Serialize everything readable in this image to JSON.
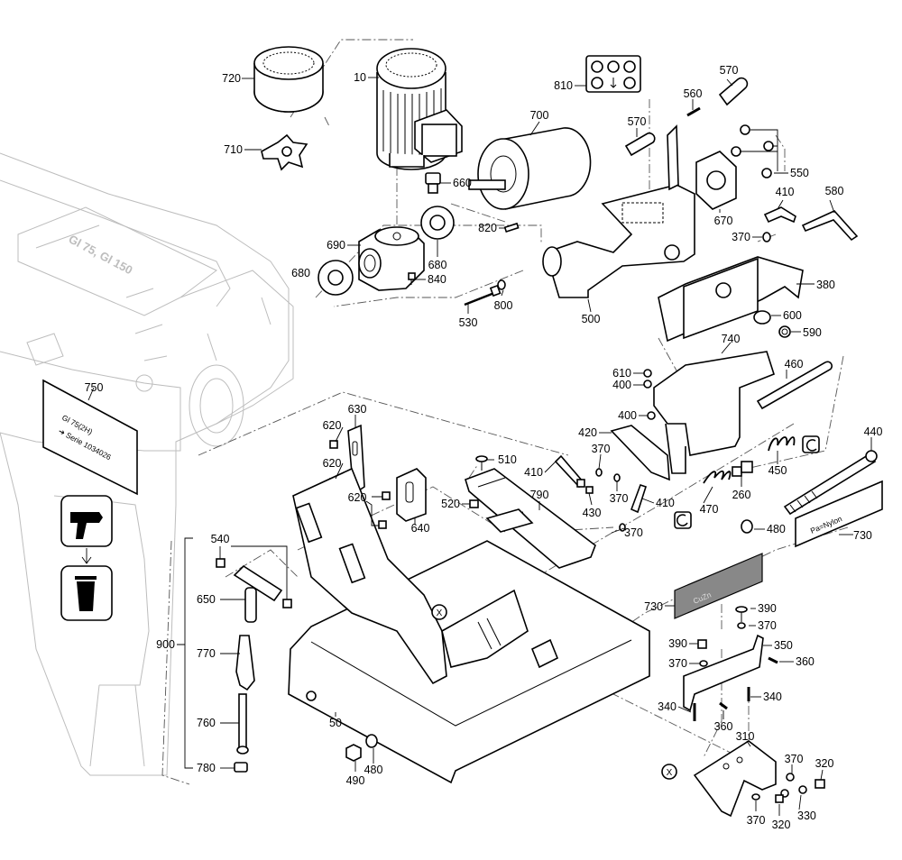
{
  "callouts": [
    {
      "id": "c720",
      "label": "720"
    },
    {
      "id": "c10",
      "label": "10"
    },
    {
      "id": "c710",
      "label": "710"
    },
    {
      "id": "c660",
      "label": "660"
    },
    {
      "id": "c700",
      "label": "700"
    },
    {
      "id": "c820",
      "label": "820"
    },
    {
      "id": "c690",
      "label": "690"
    },
    {
      "id": "c680a",
      "label": "680"
    },
    {
      "id": "c680b",
      "label": "680"
    },
    {
      "id": "c840",
      "label": "840"
    },
    {
      "id": "c810",
      "label": "810"
    },
    {
      "id": "c570a",
      "label": "570"
    },
    {
      "id": "c560",
      "label": "560"
    },
    {
      "id": "c570b",
      "label": "570"
    },
    {
      "id": "c550",
      "label": "550"
    },
    {
      "id": "c670",
      "label": "670"
    },
    {
      "id": "c410a",
      "label": "410"
    },
    {
      "id": "c580",
      "label": "580"
    },
    {
      "id": "c370a",
      "label": "370"
    },
    {
      "id": "c380",
      "label": "380"
    },
    {
      "id": "c600",
      "label": "600"
    },
    {
      "id": "c590",
      "label": "590"
    },
    {
      "id": "c530",
      "label": "530"
    },
    {
      "id": "c800",
      "label": "800"
    },
    {
      "id": "c500",
      "label": "500"
    },
    {
      "id": "c740",
      "label": "740"
    },
    {
      "id": "c460",
      "label": "460"
    },
    {
      "id": "c610",
      "label": "610"
    },
    {
      "id": "c400a",
      "label": "400"
    },
    {
      "id": "c400b",
      "label": "400"
    },
    {
      "id": "c420",
      "label": "420"
    },
    {
      "id": "c370b",
      "label": "370"
    },
    {
      "id": "c410b",
      "label": "410"
    },
    {
      "id": "c370c",
      "label": "370"
    },
    {
      "id": "c430",
      "label": "430"
    },
    {
      "id": "c410c",
      "label": "410"
    },
    {
      "id": "c370d",
      "label": "370"
    },
    {
      "id": "c470",
      "label": "470"
    },
    {
      "id": "c260",
      "label": "260"
    },
    {
      "id": "c450",
      "label": "450"
    },
    {
      "id": "c440",
      "label": "440"
    },
    {
      "id": "c480a",
      "label": "480"
    },
    {
      "id": "c730a",
      "label": "730"
    },
    {
      "id": "c730b",
      "label": "730"
    },
    {
      "id": "c750",
      "label": "750"
    },
    {
      "id": "c630",
      "label": "630"
    },
    {
      "id": "c620a",
      "label": "620"
    },
    {
      "id": "c620b",
      "label": "620"
    },
    {
      "id": "c620c",
      "label": "620"
    },
    {
      "id": "c640",
      "label": "640"
    },
    {
      "id": "c510",
      "label": "510"
    },
    {
      "id": "c520",
      "label": "520"
    },
    {
      "id": "c790",
      "label": "790"
    },
    {
      "id": "c540",
      "label": "540"
    },
    {
      "id": "c650",
      "label": "650"
    },
    {
      "id": "c900",
      "label": "900"
    },
    {
      "id": "c770",
      "label": "770"
    },
    {
      "id": "c760",
      "label": "760"
    },
    {
      "id": "c780",
      "label": "780"
    },
    {
      "id": "c50",
      "label": "50"
    },
    {
      "id": "c490",
      "label": "490"
    },
    {
      "id": "c480b",
      "label": "480"
    },
    {
      "id": "c390a",
      "label": "390"
    },
    {
      "id": "c370e",
      "label": "370"
    },
    {
      "id": "c390b",
      "label": "390"
    },
    {
      "id": "c350",
      "label": "350"
    },
    {
      "id": "c370f",
      "label": "370"
    },
    {
      "id": "c360a",
      "label": "360"
    },
    {
      "id": "c340a",
      "label": "340"
    },
    {
      "id": "c360b",
      "label": "360"
    },
    {
      "id": "c340b",
      "label": "340"
    },
    {
      "id": "c310",
      "label": "310"
    },
    {
      "id": "c370g",
      "label": "370"
    },
    {
      "id": "c320a",
      "label": "320"
    },
    {
      "id": "c330",
      "label": "330"
    },
    {
      "id": "c370h",
      "label": "370"
    },
    {
      "id": "c320b",
      "label": "320"
    }
  ],
  "markers": {
    "x1": "X",
    "x2": "X"
  },
  "machine_label": "Gl 75, Gl 150",
  "nameplate": {
    "line1": "Gl 75(2H)",
    "line2": "➔ Serie 1034026"
  },
  "strip_nylon": "Pa=Nylon",
  "strip_cuzn": "CuZn",
  "colors": {
    "line": "#000000",
    "ghost": "#bdbdbd",
    "strip_cuzn": "#888888"
  }
}
